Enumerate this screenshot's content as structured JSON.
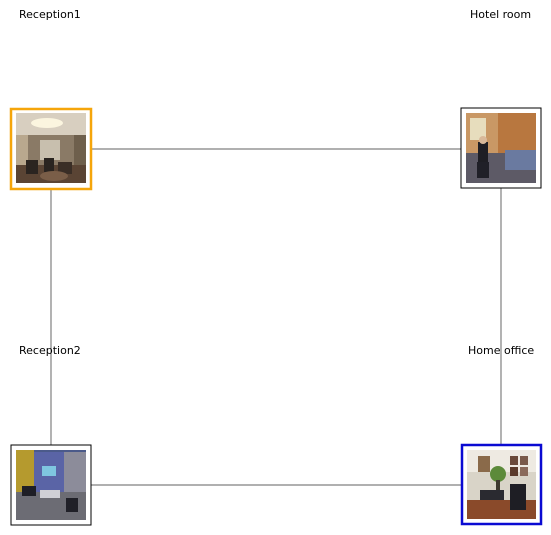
{
  "colors": {
    "edge": "#808080",
    "frame_default": "#000000",
    "frame_highlight_orange": "#f5a50a",
    "frame_highlight_blue": "#0a0ad2"
  },
  "nodes": [
    {
      "id": "reception1",
      "label": "Reception1",
      "highlight": "orange",
      "scene": "lobby"
    },
    {
      "id": "hotel-room",
      "label": "Hotel room",
      "highlight": "none",
      "scene": "bedroom"
    },
    {
      "id": "reception2",
      "label": "Reception2",
      "highlight": "none",
      "scene": "blue-lounge"
    },
    {
      "id": "home-office",
      "label": "Home office",
      "highlight": "blue",
      "scene": "office"
    }
  ],
  "edges": [
    {
      "from": "reception1",
      "to": "hotel-room"
    },
    {
      "from": "reception1",
      "to": "reception2"
    },
    {
      "from": "hotel-room",
      "to": "home-office"
    },
    {
      "from": "reception2",
      "to": "home-office"
    }
  ]
}
